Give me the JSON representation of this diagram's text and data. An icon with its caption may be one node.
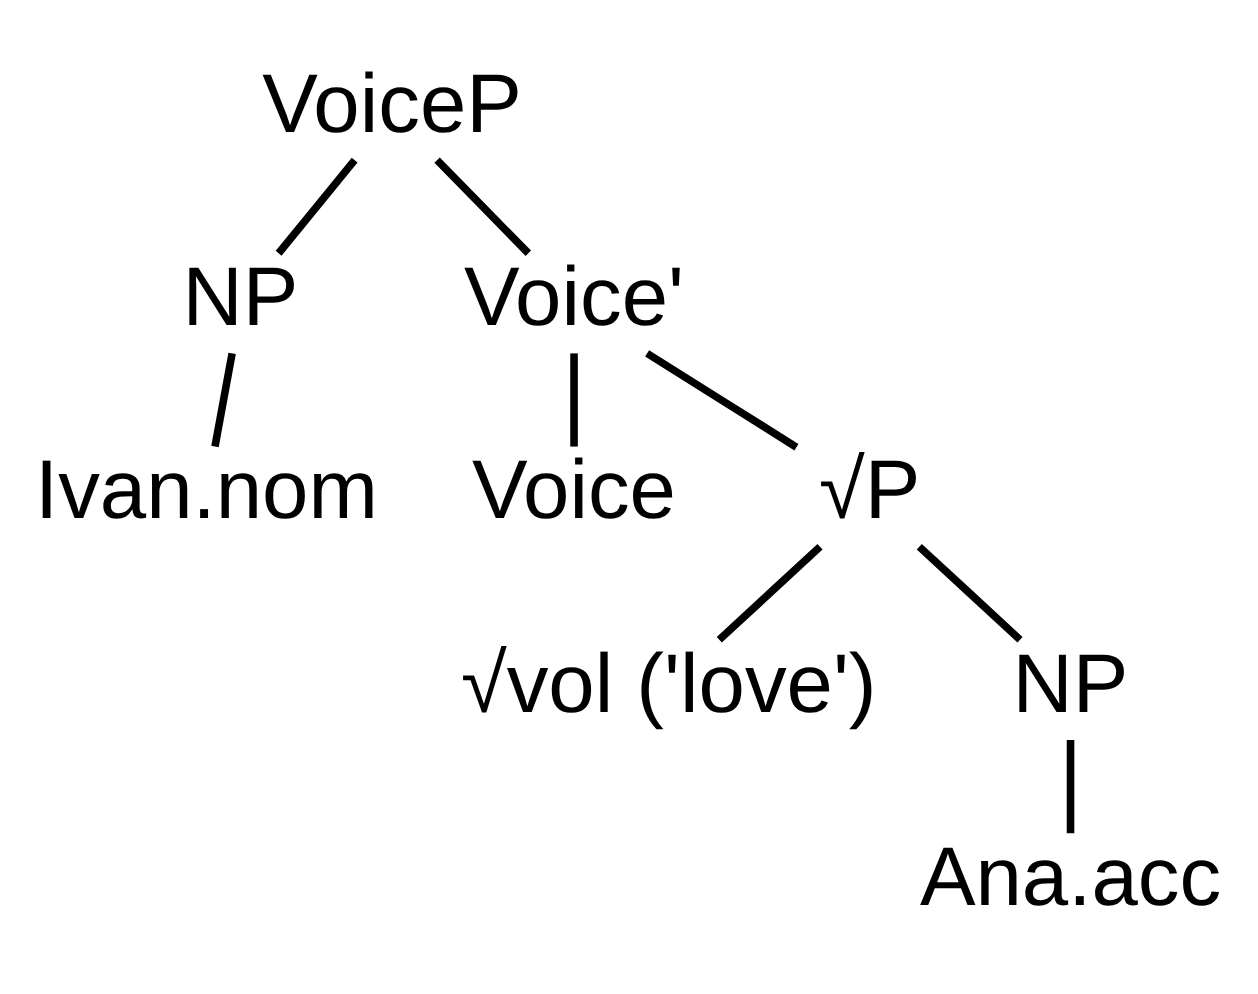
{
  "diagram": {
    "nodes": [
      {
        "text": [
          "VoiceP"
        ]
      },
      {
        "text": [
          "NP"
        ]
      },
      {
        "text": [
          "Voice'"
        ]
      },
      {
        "text": [
          "Ivan.nom"
        ]
      },
      {
        "text": [
          "Voice"
        ]
      },
      {
        "text": [
          "√P"
        ]
      },
      {
        "text": [
          "√vol ('love')"
        ]
      },
      {
        "text": [
          "NP"
        ]
      },
      {
        "text": [
          "Ana.acc"
        ]
      }
    ],
    "edges": [
      {
        "from": 0,
        "to": 1,
        "arrow": "none"
      },
      {
        "from": 0,
        "to": 2,
        "arrow": "none"
      },
      {
        "from": 1,
        "to": 3,
        "arrow": "none"
      },
      {
        "from": 2,
        "to": 4,
        "arrow": "none"
      },
      {
        "from": 2,
        "to": 5,
        "arrow": "none"
      },
      {
        "from": 5,
        "to": 6,
        "arrow": "none"
      },
      {
        "from": 5,
        "to": 7,
        "arrow": "none"
      },
      {
        "from": 7,
        "to": 8,
        "arrow": "none"
      }
    ]
  }
}
